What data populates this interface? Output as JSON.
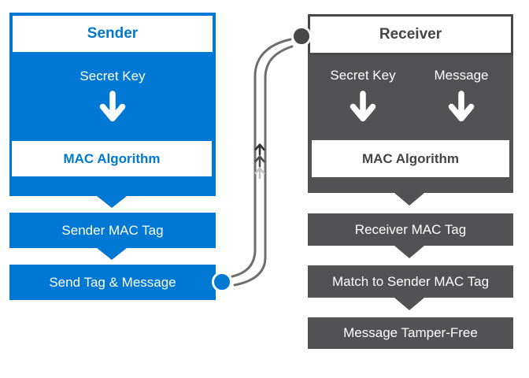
{
  "diagram_title": "MAC sender/receiver flow",
  "colors": {
    "sender_blue": "#0078d4",
    "receiver_gray_fill": "#525254",
    "receiver_gray_border": "#48484a",
    "connector_gray": "#6e6e6e",
    "up_arrow_dark": "#323232",
    "up_arrow_mid": "#4d4d4d",
    "up_arrow_light": "#c3c3c3",
    "white": "#ffffff"
  },
  "icons": {
    "down_arrow_icon": "↓",
    "up_arrow_icon": "↑",
    "connector_node_icon": "●"
  },
  "sender": {
    "title": "Sender",
    "secret_key_label": "Secret Key",
    "mac_algorithm_label": "MAC Algorithm",
    "mac_tag_label": "Sender MAC Tag",
    "send_label": "Send Tag & Message"
  },
  "receiver": {
    "title": "Receiver",
    "secret_key_label": "Secret Key",
    "message_label": "Message",
    "mac_algorithm_label": "MAC Algorithm",
    "mac_tag_label": "Receiver MAC Tag",
    "match_label": "Match to Sender MAC Tag",
    "tamper_free_label": "Message Tamper-Free"
  }
}
